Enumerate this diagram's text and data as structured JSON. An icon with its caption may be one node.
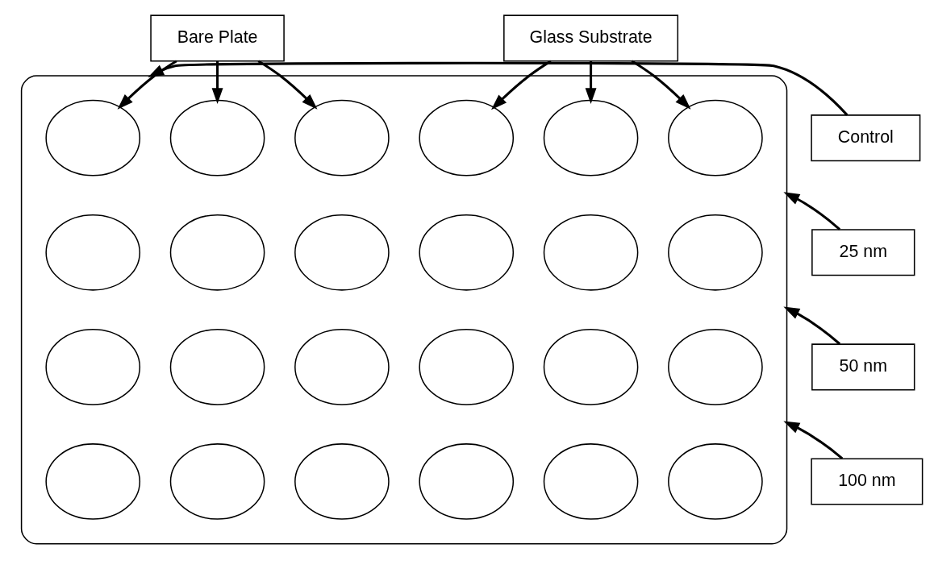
{
  "diagram": {
    "nodes": [
      {
        "text": [
          "Bare Plate"
        ]
      },
      {
        "text": [
          "Glass Substrate"
        ]
      },
      {
        "text": [
          "Control"
        ]
      },
      {
        "text": [
          "25 nm"
        ]
      },
      {
        "text": [
          "50 nm"
        ]
      },
      {
        "text": [
          "100 nm"
        ]
      },
      {
        "text": [],
        "shape": "box"
      },
      {
        "text": [],
        "shape": "circle",
        "in": 6
      },
      {
        "text": [],
        "shape": "circle",
        "in": 6
      },
      {
        "text": [],
        "shape": "circle",
        "in": 6
      },
      {
        "text": [],
        "shape": "circle",
        "in": 6
      },
      {
        "text": [],
        "shape": "circle",
        "in": 6
      },
      {
        "text": [],
        "shape": "circle",
        "in": 6
      },
      {
        "text": [],
        "shape": "circle",
        "in": 6
      },
      {
        "text": [],
        "shape": "circle",
        "in": 6
      },
      {
        "text": [],
        "shape": "circle",
        "in": 6
      },
      {
        "text": [],
        "shape": "circle",
        "in": 6
      },
      {
        "text": [],
        "shape": "circle",
        "in": 6
      },
      {
        "text": [],
        "shape": "circle",
        "in": 6
      },
      {
        "text": [],
        "shape": "circle",
        "in": 6
      },
      {
        "text": [],
        "shape": "circle",
        "in": 6
      },
      {
        "text": [],
        "shape": "circle",
        "in": 6
      },
      {
        "text": [],
        "shape": "circle",
        "in": 6
      },
      {
        "text": [],
        "shape": "circle",
        "in": 6
      },
      {
        "text": [],
        "shape": "circle",
        "in": 6
      },
      {
        "text": [],
        "shape": "circle",
        "in": 6
      },
      {
        "text": [],
        "shape": "circle",
        "in": 6
      },
      {
        "text": [],
        "shape": "circle",
        "in": 6
      },
      {
        "text": [],
        "shape": "circle",
        "in": 6
      },
      {
        "text": [],
        "shape": "circle",
        "in": 6
      },
      {
        "text": [],
        "shape": "circle",
        "in": 6
      }
    ],
    "edges": [
      {
        "from": 0,
        "to": 7,
        "arrow": "to"
      },
      {
        "from": 0,
        "to": 8,
        "arrow": "to"
      },
      {
        "from": 0,
        "to": 9,
        "arrow": "to"
      },
      {
        "from": 1,
        "to": 10,
        "arrow": "to"
      },
      {
        "from": 1,
        "to": 11,
        "arrow": "to"
      },
      {
        "from": 1,
        "to": 12,
        "arrow": "to"
      },
      {
        "from": 2,
        "to": 6,
        "arrow": "to"
      },
      {
        "from": 3,
        "to": 6,
        "arrow": "to"
      },
      {
        "from": 4,
        "to": 6,
        "arrow": "to"
      },
      {
        "from": 5,
        "to": 6,
        "arrow": "to"
      }
    ]
  }
}
